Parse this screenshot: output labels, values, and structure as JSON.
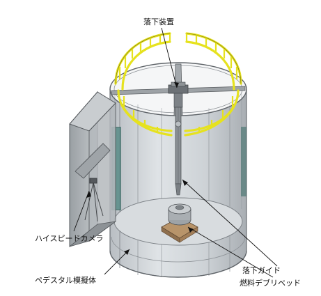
{
  "labels": {
    "drop_device": "落下装置",
    "high_speed_camera": "ハイスピードカメラ",
    "pedestal_mockup": "ペデスタル模擬体",
    "drop_guide": "落下ガイド",
    "fuel_debris_bed": "燃料デブリベッド"
  },
  "colors": {
    "railing": "#e6e21e",
    "railing_outline": "#6e6a10",
    "vessel_line": "#6b7075",
    "vessel_fill": "#c9ced3",
    "camera_box": "#a7acb0",
    "glass_panel": "#3f6f6a"
  }
}
